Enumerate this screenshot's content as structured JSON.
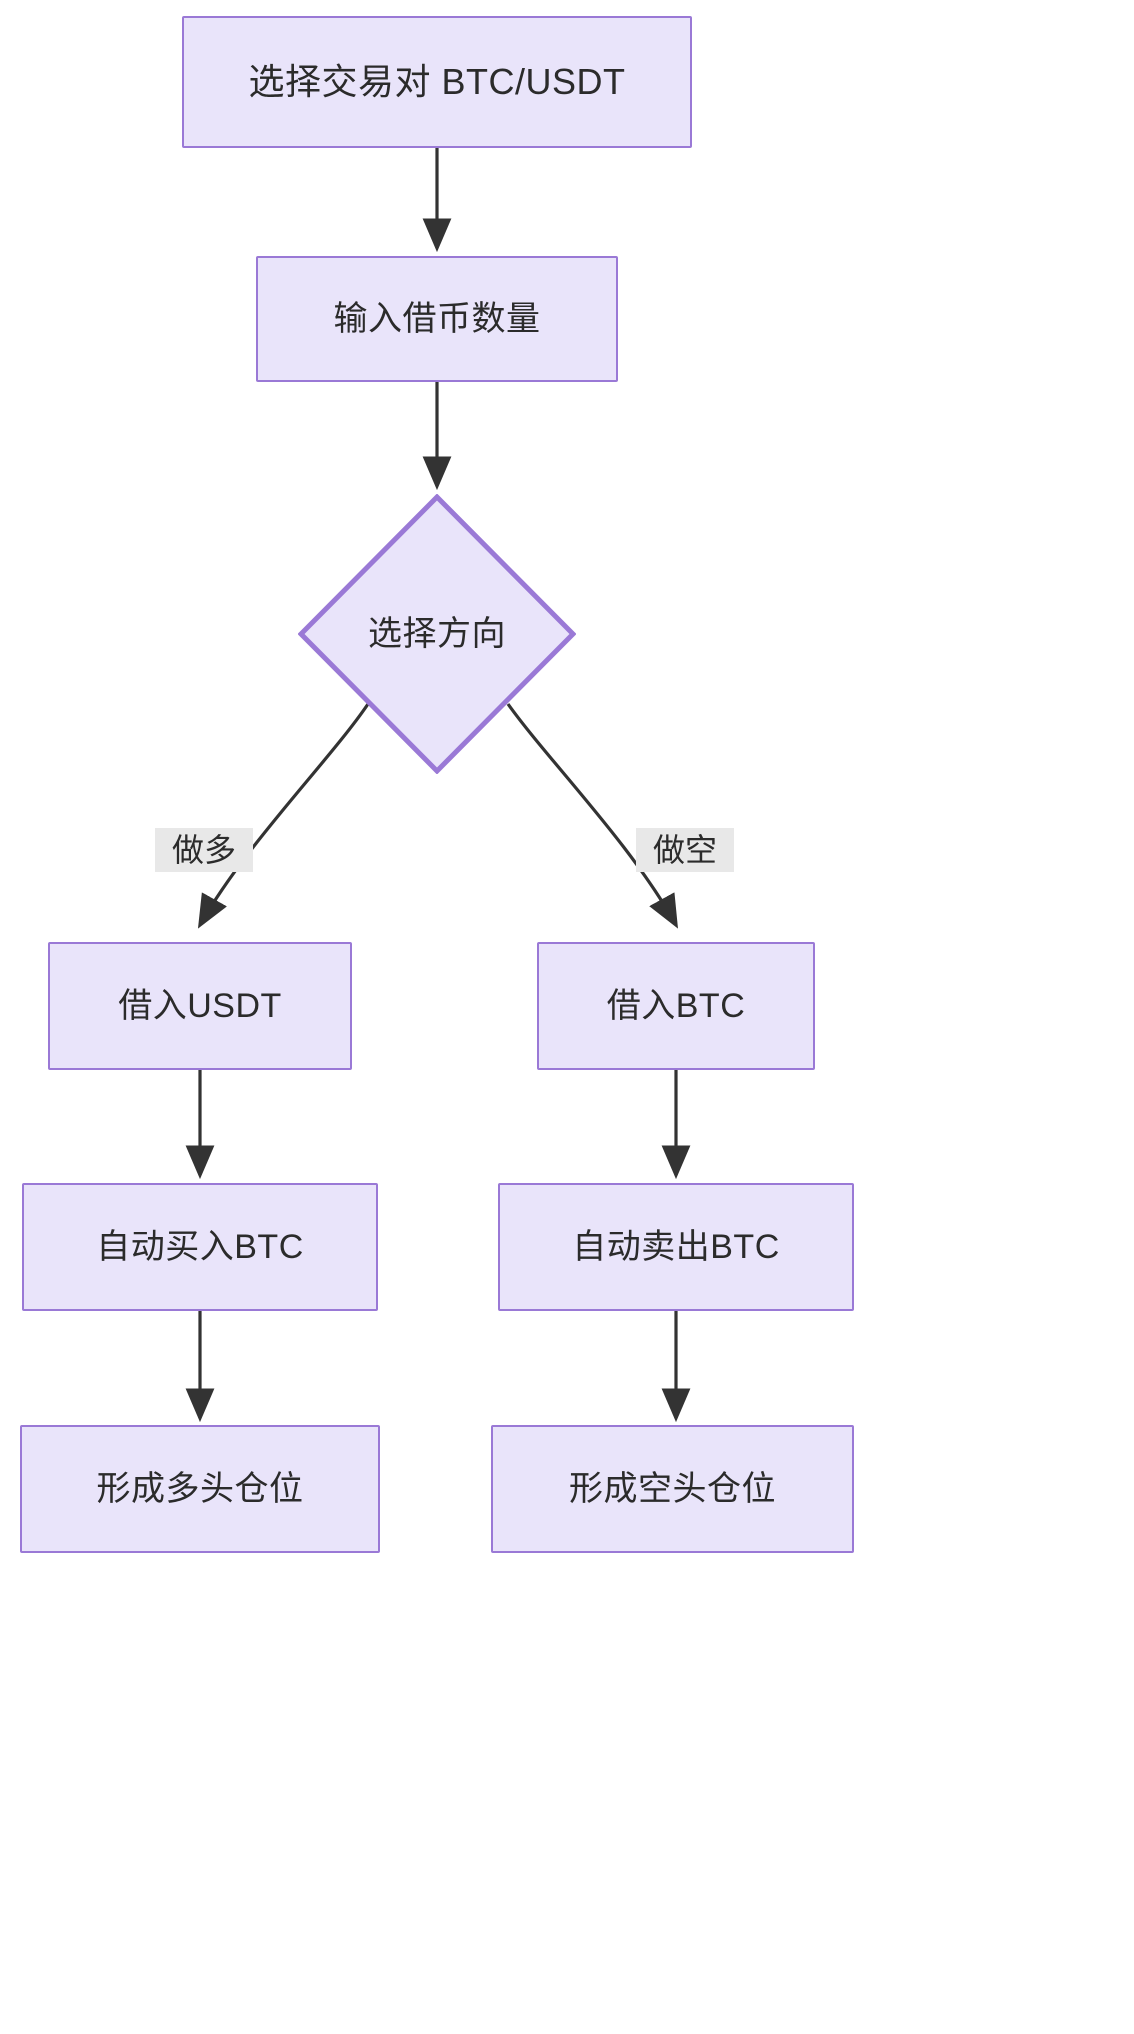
{
  "diagram": {
    "type": "flowchart",
    "direction": "top-down",
    "theme": {
      "node_fill": "#e9e4fa",
      "node_stroke": "#9a79d6",
      "edge_stroke": "#333333",
      "text_color": "#2b2b2b",
      "edge_label_bg": "#e8e8e8",
      "canvas_bg": "#ffffff"
    },
    "nodes": [
      {
        "id": "n1",
        "shape": "rect",
        "label": "选择交易对 BTC/USDT"
      },
      {
        "id": "n2",
        "shape": "rect",
        "label": "输入借币数量"
      },
      {
        "id": "n3",
        "shape": "diamond",
        "label": "选择方向"
      },
      {
        "id": "n4",
        "shape": "rect",
        "label": "借入USDT"
      },
      {
        "id": "n5",
        "shape": "rect",
        "label": "借入BTC"
      },
      {
        "id": "n6",
        "shape": "rect",
        "label": "自动买入BTC"
      },
      {
        "id": "n7",
        "shape": "rect",
        "label": "自动卖出BTC"
      },
      {
        "id": "n8",
        "shape": "rect",
        "label": "形成多头仓位"
      },
      {
        "id": "n9",
        "shape": "rect",
        "label": "形成空头仓位"
      }
    ],
    "edges": [
      {
        "from": "n1",
        "to": "n2",
        "label": ""
      },
      {
        "from": "n2",
        "to": "n3",
        "label": ""
      },
      {
        "from": "n3",
        "to": "n4",
        "label": "做多"
      },
      {
        "from": "n3",
        "to": "n5",
        "label": "做空"
      },
      {
        "from": "n4",
        "to": "n6",
        "label": ""
      },
      {
        "from": "n5",
        "to": "n7",
        "label": ""
      },
      {
        "from": "n6",
        "to": "n8",
        "label": ""
      },
      {
        "from": "n7",
        "to": "n9",
        "label": ""
      }
    ],
    "edge_labels": {
      "long": "做多",
      "short": "做空"
    }
  }
}
